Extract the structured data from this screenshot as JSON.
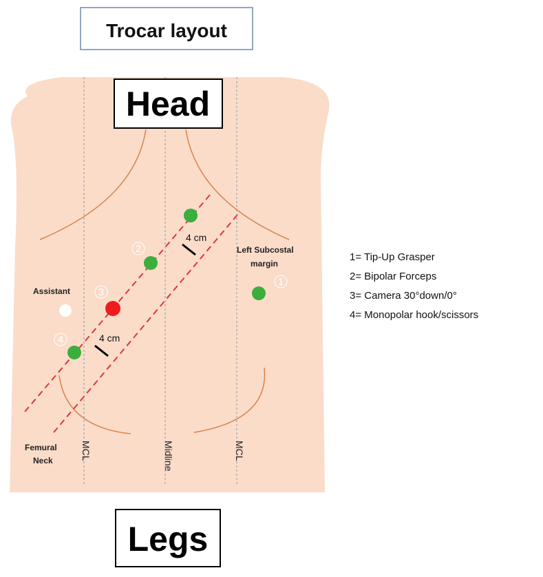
{
  "title": "Trocar layout",
  "head_label": "Head",
  "legs_label": "Legs",
  "labels": {
    "assistant": "Assistant",
    "left_subcostal_line1": "Left Subcostal",
    "left_subcostal_line2": "margin",
    "femural_line1": "Femural",
    "femural_line2": "Neck",
    "mcl_left": "MCL",
    "midline": "Midline",
    "mcl_right": "MCL",
    "distance_upper": "4 cm",
    "distance_lower": "4 cm"
  },
  "ports": [
    {
      "number": "1",
      "color": "#3cae3c"
    },
    {
      "number": "2",
      "color": "#3cae3c"
    },
    {
      "number": "3",
      "color": "#ee1c1c"
    },
    {
      "number": "4",
      "color": "#3cae3c"
    }
  ],
  "extra_port_color": "#3cae3c",
  "assistant_port_color": "#ffffff",
  "legend": [
    "1= Tip-Up Grasper",
    "2= Bipolar Forceps",
    "3= Camera 30°down/0°",
    "4= Monopolar hook/scissors"
  ],
  "colors": {
    "skin": "#fadcc9",
    "margin_curve": "#d9834a",
    "dashed_trocar_line": "#e0343a",
    "reference_line": "#9aa3b4"
  }
}
